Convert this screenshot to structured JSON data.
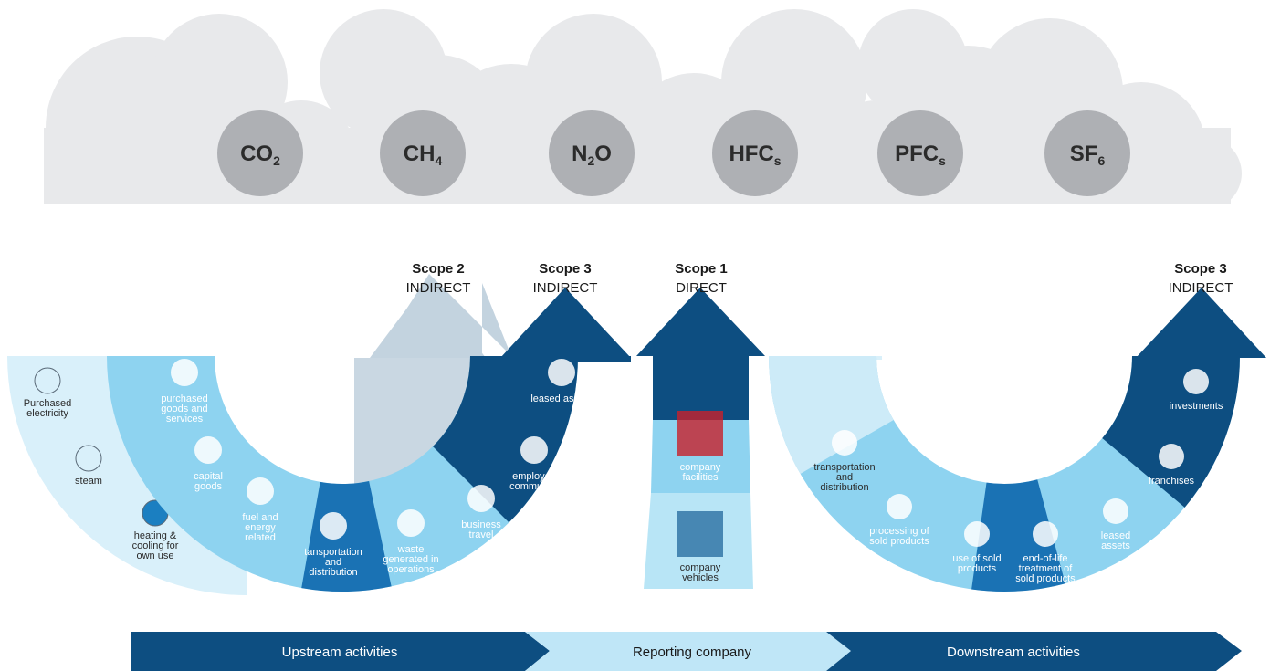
{
  "gases": [
    {
      "base": "CO",
      "sub": "2"
    },
    {
      "base": "CH",
      "sub": "4"
    },
    {
      "base": "N",
      "sub": "2",
      "suffix": "O"
    },
    {
      "base": "HFC",
      "sub": "s"
    },
    {
      "base": "PFC",
      "sub": "s"
    },
    {
      "base": "SF",
      "sub": "6"
    }
  ],
  "scopes": {
    "scope2": {
      "title": "Scope 2",
      "sub": "INDIRECT"
    },
    "scope3_up": {
      "title": "Scope 3",
      "sub": "INDIRECT"
    },
    "scope1": {
      "title": "Scope 1",
      "sub": "DIRECT"
    },
    "scope3_down": {
      "title": "Scope 3",
      "sub": "INDIRECT"
    }
  },
  "scope2_items": [
    {
      "label": [
        "Purchased",
        "electricity"
      ],
      "icon": "power-pylon-icon"
    },
    {
      "label": [
        "steam"
      ],
      "icon": "steam-cloud-icon"
    },
    {
      "label": [
        "heating &",
        "cooling for",
        "own use"
      ],
      "icon": "gauge-icon"
    }
  ],
  "upstream_items": [
    {
      "label": [
        "purchased",
        "goods and",
        "services"
      ],
      "icon": "factory-icon"
    },
    {
      "label": [
        "capital",
        "goods"
      ],
      "icon": "dump-truck-icon"
    },
    {
      "label": [
        "fuel and",
        "energy",
        "related"
      ],
      "icon": "coal-wagon-icon"
    },
    {
      "label": [
        "tansportation",
        "and",
        "distribution"
      ],
      "icon": "tanker-truck-icon"
    },
    {
      "label": [
        "waste",
        "generated in",
        "operations"
      ],
      "icon": "trash-bin-icon"
    },
    {
      "label": [
        "business",
        "travel"
      ],
      "icon": "airplane-icon"
    },
    {
      "label": [
        "employee",
        "commuting"
      ],
      "icon": "train-icon"
    },
    {
      "label": [
        "leased assets"
      ],
      "icon": "office-building-icon"
    }
  ],
  "reporting_items": [
    {
      "label": [
        "company",
        "facilities"
      ],
      "icon": "city-buildings-icon"
    },
    {
      "label": [
        "company",
        "vehicles"
      ],
      "icon": "dump-truck-icon"
    }
  ],
  "downstream_items": [
    {
      "label": [
        "transportation",
        "and",
        "distribution"
      ],
      "icon": "tanker-truck-icon"
    },
    {
      "label": [
        "processing of",
        "sold products"
      ],
      "icon": "factory-icon"
    },
    {
      "label": [
        "use of sold",
        "products"
      ],
      "icon": "chip-icon"
    },
    {
      "label": [
        "end-of-life",
        "treatment of",
        "sold products"
      ],
      "icon": "recycle-bin-icon"
    },
    {
      "label": [
        "leased",
        "assets"
      ],
      "icon": "office-building-icon"
    },
    {
      "label": [
        "franchises"
      ],
      "icon": "storefront-icon"
    },
    {
      "label": [
        "investments"
      ],
      "icon": "money-bag-icon"
    }
  ],
  "phases": [
    {
      "label": "Upstream activities"
    },
    {
      "label": "Reporting company"
    },
    {
      "label": "Downstream activities"
    }
  ],
  "colors": {
    "cloud": "#e8e9eb",
    "gas_circle": "#aeb0b4",
    "navy": "#0d4e81",
    "mid_blue": "#176fae",
    "light_blue": "#8ed3f0",
    "pale_blue": "#d9f0fa",
    "grey_blue": "#c3d3df"
  }
}
